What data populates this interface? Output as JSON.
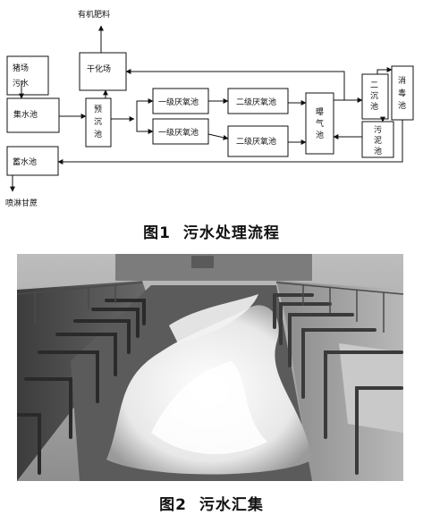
{
  "figure1": {
    "caption_num": "图1",
    "caption_text": "污水处理流程",
    "nodes": {
      "fertilizer": "有机肥料",
      "pig_farm_line1": "猪场",
      "pig_farm_line2": "污水",
      "drying_yard": "干化场",
      "collection_tank": "集水池",
      "pre_settling_1": "预",
      "pre_settling_2": "沉",
      "pre_settling_3": "池",
      "anaerobic1_a": "一级厌氧池",
      "anaerobic1_b": "一级厌氧池",
      "anaerobic2_a": "二级厌氧池",
      "anaerobic2_b": "二级厌氧池",
      "aeration_1": "曝",
      "aeration_2": "气",
      "aeration_3": "池",
      "secondary_settling_1": "二",
      "secondary_settling_2": "沉",
      "secondary_settling_3": "池",
      "disinfection_1": "消",
      "disinfection_2": "毒",
      "disinfection_3": "池",
      "sludge_1": "污",
      "sludge_2": "泥",
      "sludge_3": "池",
      "storage_tank": "蓄水池",
      "irrigation": "喷淋甘蔗"
    }
  },
  "figure2": {
    "caption_num": "图2",
    "caption_text": "污水汇集"
  }
}
